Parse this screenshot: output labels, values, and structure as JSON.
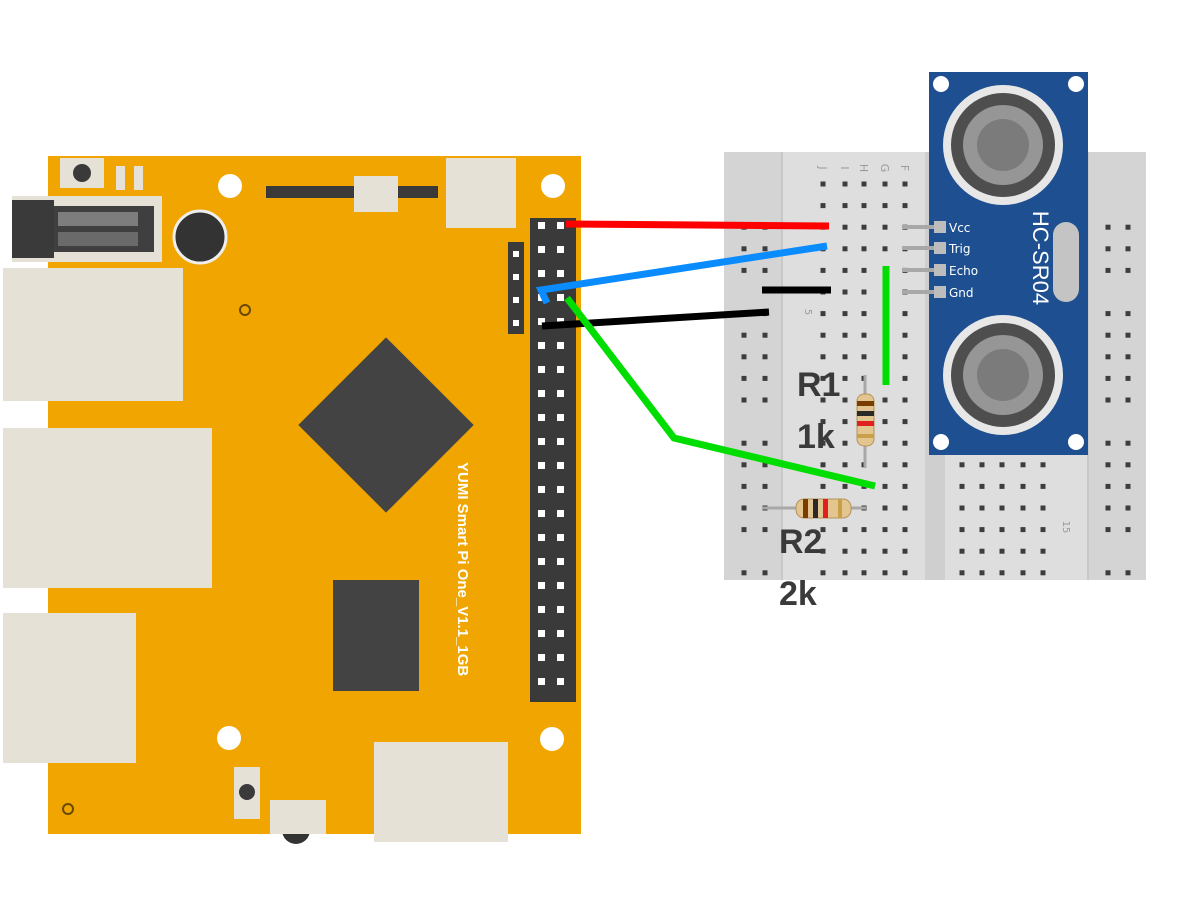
{
  "board": {
    "label": "YUMI Smart Pi One_V1.1_1GB",
    "color": "#f0a500"
  },
  "sensor": {
    "name": "HC-SR04",
    "color": "#1d4f91",
    "pins": [
      "Vcc",
      "Trig",
      "Echo",
      "Gnd"
    ]
  },
  "breadboard": {
    "column_letters": [
      "J",
      "I",
      "H",
      "G",
      "F"
    ],
    "row_numbers": [
      "5",
      "15"
    ]
  },
  "resistors": [
    {
      "name": "R1",
      "value": "1k"
    },
    {
      "name": "R2",
      "value": "2k"
    }
  ],
  "wires": [
    {
      "id": "vcc",
      "color": "#ff0000"
    },
    {
      "id": "trig",
      "color": "#0a8cff"
    },
    {
      "id": "gnd",
      "color": "#000000"
    },
    {
      "id": "echo",
      "color": "#00dd00"
    }
  ]
}
